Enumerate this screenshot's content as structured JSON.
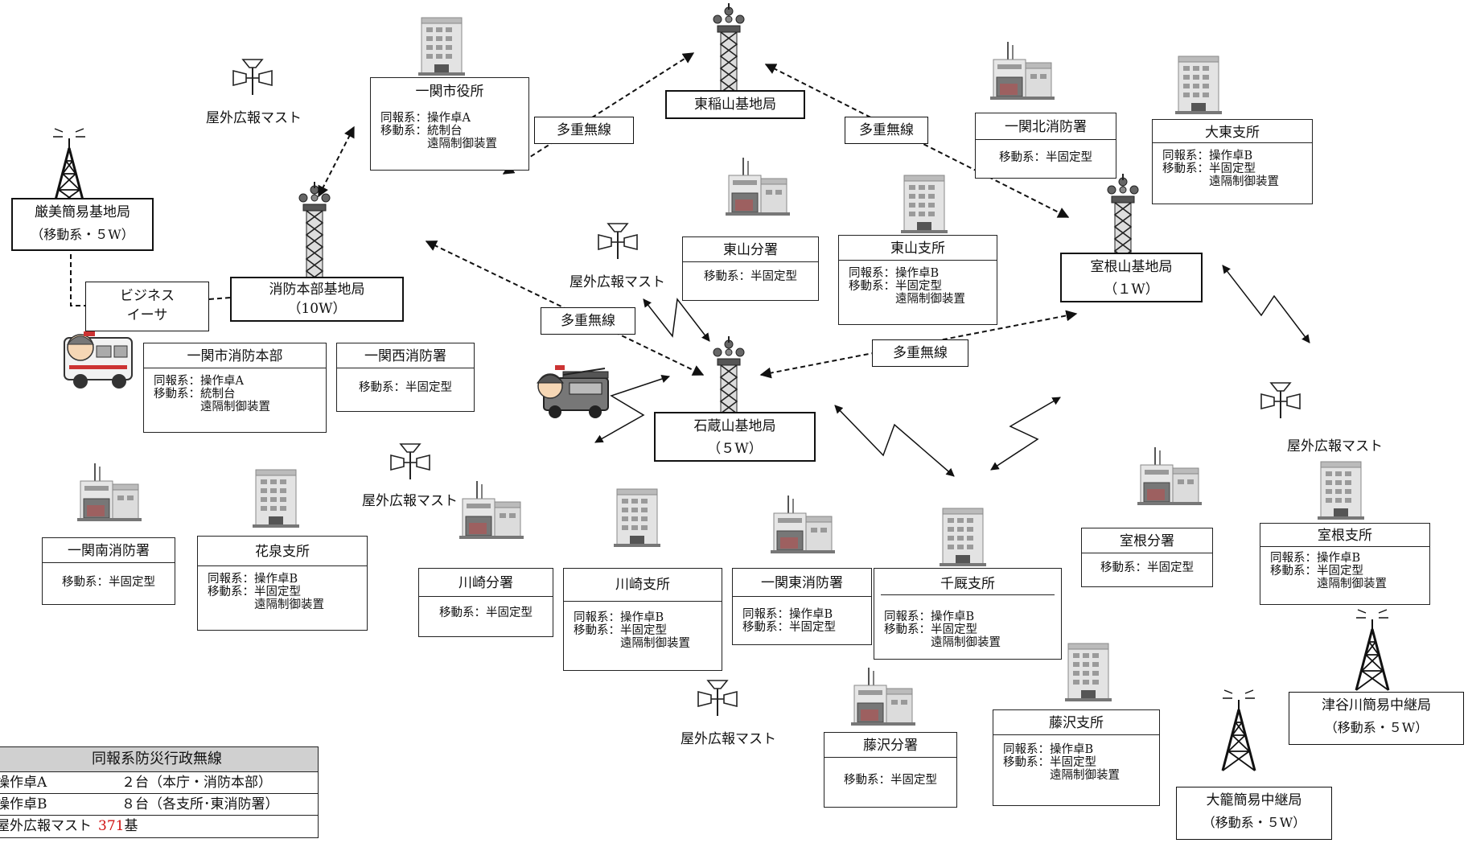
{
  "links": {
    "multiplex": "多重無線"
  },
  "stations": {
    "higashi_inasan": {
      "name": "東稲山基地局"
    },
    "ishikurasan": {
      "name": "石蔵山基地局",
      "power": "（５W）"
    },
    "muronesan": {
      "name": "室根山基地局",
      "power": "（１W）"
    },
    "shobo_honbu": {
      "name": "消防本部基地局",
      "power": "（10W）"
    },
    "genbi": {
      "name": "厳美簡易基地局",
      "note": "（移動系・５W）"
    },
    "tsuyagawa": {
      "name": "津谷川簡易中継局",
      "note": "（移動系・５W）"
    },
    "okago": {
      "name": "大籠簡易中継局",
      "note": "（移動系・５W）"
    }
  },
  "business_isa": {
    "line1": "ビジネス",
    "line2": "イーサ"
  },
  "mast_label": "屋外広報マスト",
  "offices": {
    "city_hall": {
      "title": "一関市役所",
      "lines": [
        "同報系：操作卓A",
        "移動系：統制台",
        "　　　　遠隔制御装置"
      ]
    },
    "fire_hq": {
      "title": "一関市消防本部",
      "lines": [
        "同報系：操作卓A",
        "移動系：統制台",
        "　　　　遠隔制御装置"
      ]
    },
    "nishi_fire": {
      "title": "一関西消防署",
      "lines": [
        "移動系：半固定型"
      ]
    },
    "kita_fire": {
      "title": "一関北消防署",
      "lines": [
        "移動系：半固定型"
      ]
    },
    "daito": {
      "title": "大東支所",
      "lines": [
        "同報系：操作卓B",
        "移動系：半固定型",
        "　　　　遠隔制御装置"
      ]
    },
    "higashiyama_bunsho": {
      "title": "東山分署",
      "lines": [
        "移動系：半固定型"
      ]
    },
    "higashiyama_shisho": {
      "title": "東山支所",
      "lines": [
        "同報系：操作卓B",
        "移動系：半固定型",
        "　　　　遠隔制御装置"
      ]
    },
    "minami_fire": {
      "title": "一関南消防署",
      "lines": [
        "移動系：半固定型"
      ]
    },
    "hanaizumi": {
      "title": "花泉支所",
      "lines": [
        "同報系：操作卓B",
        "移動系：半固定型",
        "　　　　遠隔制御装置"
      ]
    },
    "kawasaki_bunsho": {
      "title": "川崎分署",
      "lines": [
        "移動系：半固定型"
      ]
    },
    "kawasaki_shisho": {
      "title": "川崎支所",
      "lines": [
        "同報系：操作卓B",
        "移動系：半固定型",
        "　　　　遠隔制御装置"
      ]
    },
    "higashi_fire": {
      "title": "一関東消防署",
      "lines": [
        "同報系：操作卓B",
        "移動系：半固定型"
      ]
    },
    "senmaya": {
      "title": "千厩支所",
      "lines": [
        "同報系：操作卓B",
        "移動系：半固定型",
        "　　　　遠隔制御装置"
      ]
    },
    "murone_bunsho": {
      "title": "室根分署",
      "lines": [
        "移動系：半固定型"
      ]
    },
    "murone_shisho": {
      "title": "室根支所",
      "lines": [
        "同報系：操作卓B",
        "移動系：半固定型",
        "　　　　遠隔制御装置"
      ]
    },
    "fujisawa_bunsho": {
      "title": "藤沢分署",
      "lines": [
        "移動系：半固定型"
      ]
    },
    "fujisawa_shisho": {
      "title": "藤沢支所",
      "lines": [
        "同報系：操作卓B",
        "移動系：半固定型",
        "　　　　遠隔制御装置"
      ]
    }
  },
  "legend": {
    "title": "同報系防災行政無線",
    "rows": [
      {
        "a": "操作卓A",
        "b": "２台（本庁・消防本部）"
      },
      {
        "a": "操作卓B",
        "b": "８台（各支所･東消防署）"
      }
    ],
    "mast_row_label": "屋外広報マスト",
    "mast_count": "371",
    "mast_unit": "基"
  },
  "colors": {
    "line": "#111111",
    "highlight": "#d01010",
    "legend_header": "#d0d0d0"
  }
}
